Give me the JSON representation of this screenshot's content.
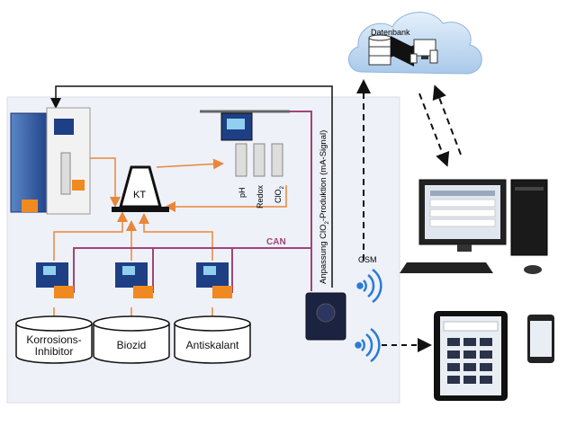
{
  "cloud": {
    "label": "Datenbank"
  },
  "tank": {
    "label": "KT"
  },
  "sensors": {
    "ph": "pH",
    "redox": "Redox",
    "clo2_prefix": "ClO",
    "clo2_sub": "2"
  },
  "bus": {
    "label": "CAN"
  },
  "signal_note": {
    "prefix": "Anpassung ClO",
    "sub": "2",
    "suffix": "-Produktion (mA-Signal)"
  },
  "gsm": {
    "label": "GSM"
  },
  "tanks": [
    {
      "line1": "Korrosions-",
      "line2": "Inhibitor"
    },
    {
      "line1": "Biozid",
      "line2": ""
    },
    {
      "line1": "Antiskalant",
      "line2": ""
    }
  ],
  "colors": {
    "panel_bg": "#eef1f8",
    "orange_line": "#e8873a",
    "can_line": "#a0447a",
    "arrow": "#111111",
    "cloud": "#c9dff3"
  }
}
